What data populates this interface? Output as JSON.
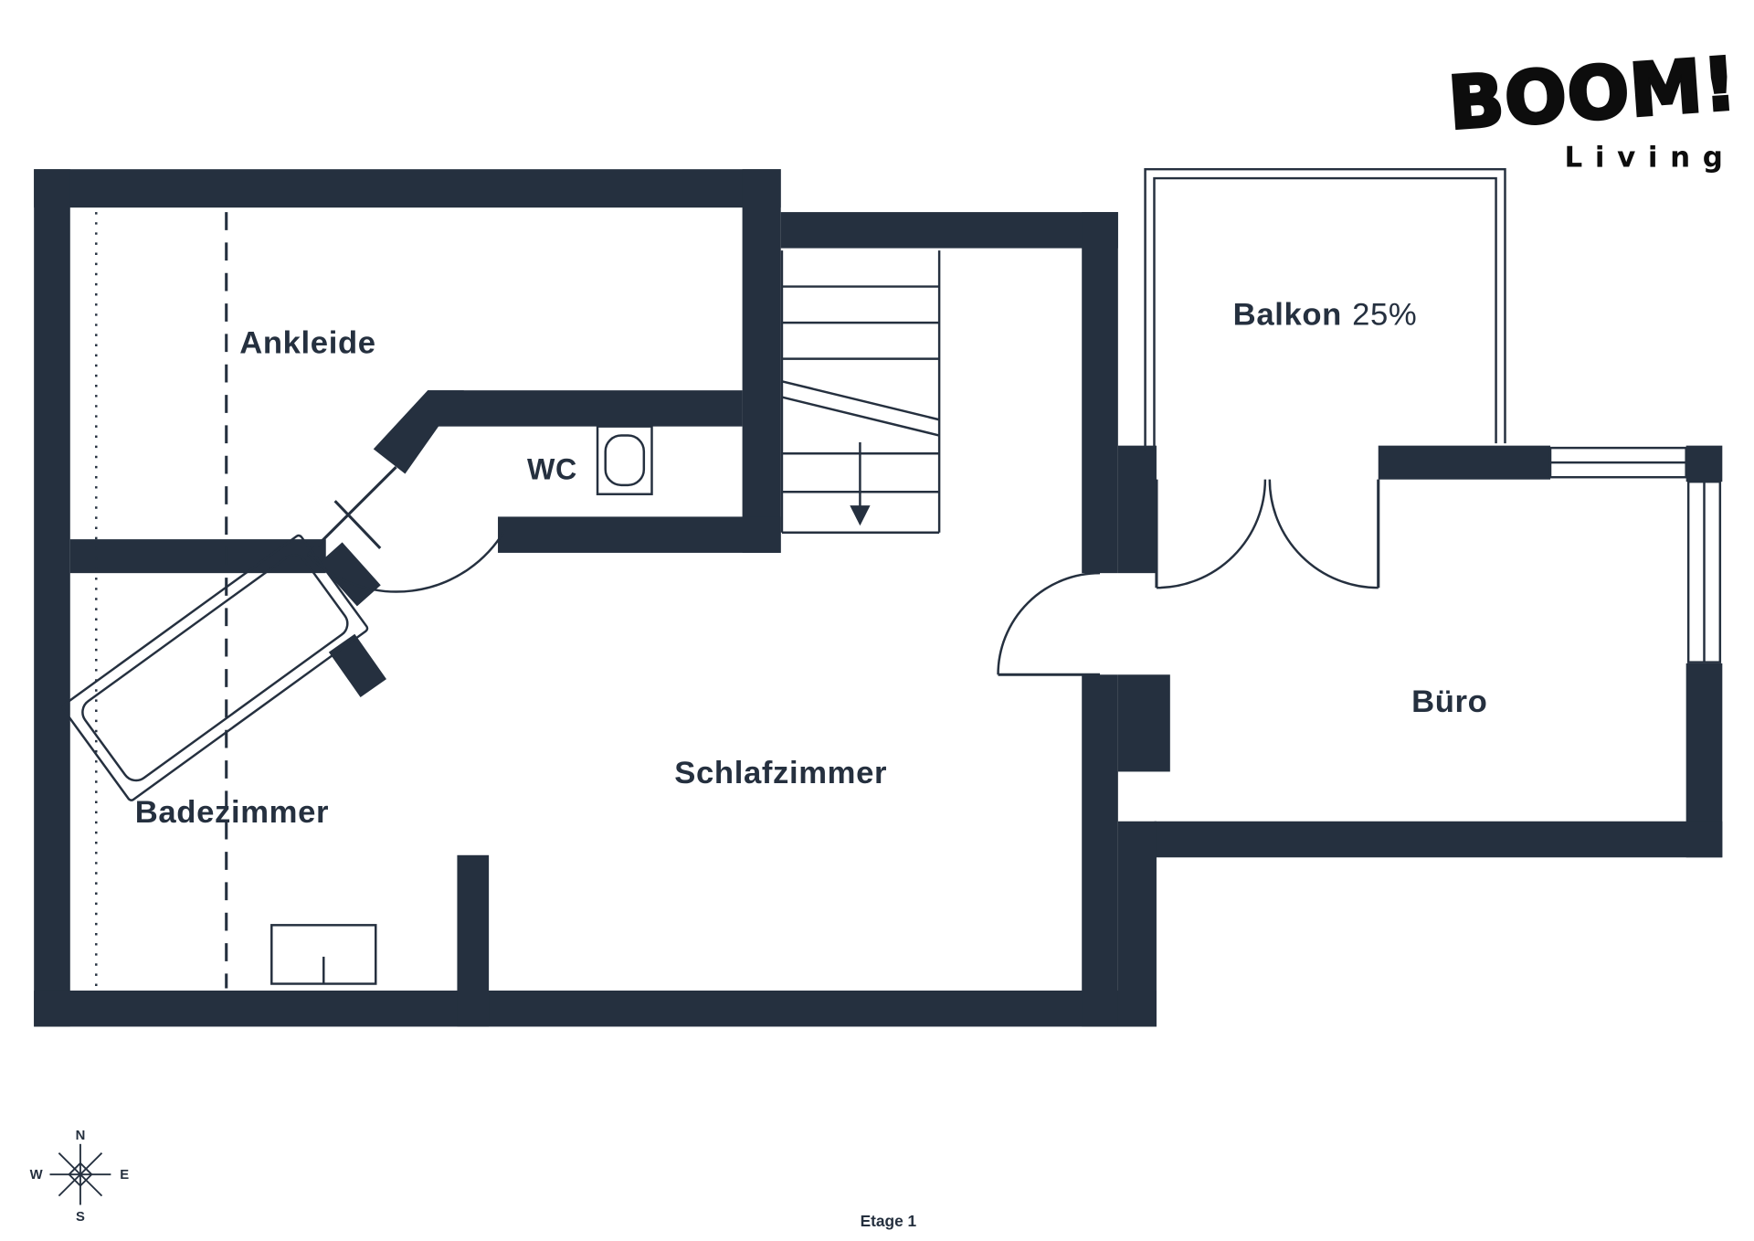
{
  "logo": {
    "title": "BOOM!",
    "subtitle": "Living"
  },
  "rooms": {
    "ankleide": "Ankleide",
    "wc": "WC",
    "balkon_label": "Balkon",
    "balkon_value": "25%",
    "buero": "Büro",
    "schlafzimmer": "Schlafzimmer",
    "badezimmer": "Badezimmer"
  },
  "compass": {
    "n": "N",
    "e": "E",
    "s": "S",
    "w": "W"
  },
  "floor_label": "Etage 1",
  "colors": {
    "wall": "#25303F",
    "logo": "#0D0D0D",
    "background": "#FFFFFF"
  }
}
